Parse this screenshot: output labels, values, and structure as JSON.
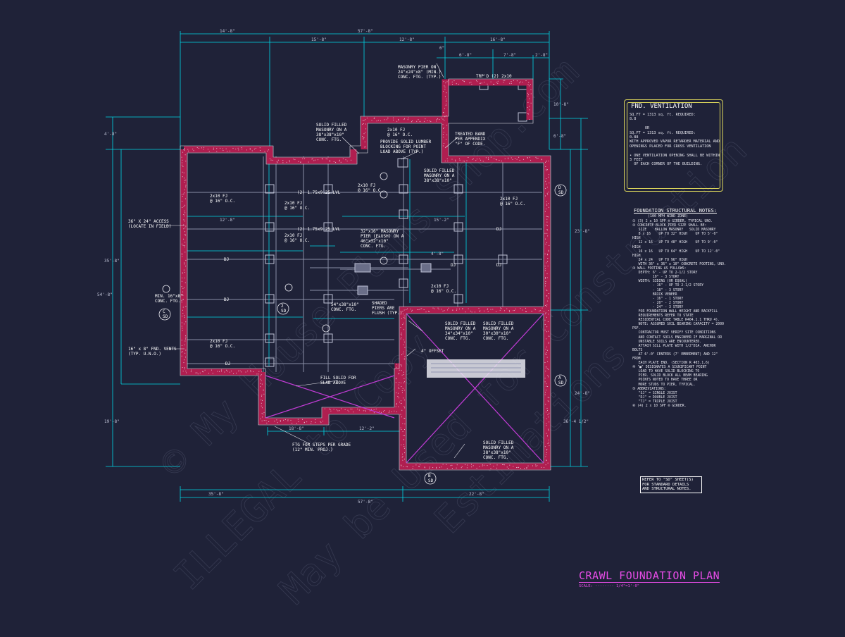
{
  "drawing": {
    "title": "CRAWL FOUNDATION PLAN",
    "scale": "SCALE: ········ 1/4\"=1'-0\"",
    "watermarks": [
      "© My House Plans Shop.com",
      "ILLEGAL to Copy",
      "May be Used for Construction",
      "Estimations"
    ],
    "colors": {
      "background": "#1f2238",
      "dimension": "#00d7e6",
      "wall": "#b01e50",
      "title": "#e64ce6",
      "note_box": "#d8d25a",
      "text": "#ffffff"
    }
  },
  "dimensions_top": [
    "14'-8\"",
    "15'-8\"",
    "12'-8\"",
    "16'-8\"",
    "57'-8\"",
    "6'-8\"",
    "7'-8\"",
    "2'-8\"",
    "6\""
  ],
  "dimensions_bottom": [
    "35'-8\"",
    "57'-8\"",
    "22'-8\"",
    "18'-8\"",
    "12'-2\""
  ],
  "dimensions_left": [
    "4'-8\"",
    "35'-8\"",
    "54'-8\"",
    "19'-8\""
  ],
  "dimensions_right": [
    "23'-8\"",
    "10'-8\"",
    "6'-8\"",
    "24'-8\"",
    "36'-4 1/2\"",
    "12'-8\"",
    "15'-2\"",
    "4'-8\""
  ],
  "plan_labels": {
    "pier_top": "MASONRY PIER ON\n24\"x24\"x8\" (MIN.)\nCONC. FTG. (TYP.)",
    "trpl": "TRP'D (2) 2x10",
    "solid_filled_left": "SOLID FILLED\nMASONRY ON A\n38\"x38\"x10\"\nCONC. FTG.",
    "provide_solid": "PROVIDE SOLID LUMBER\nBLOCKING FOR POINT\nLOAD ABOVE (TYP.)",
    "treated_band": "TREATED BAND\nPER APPENDIX\n\"F\" OF CODE.",
    "solid_filled_mid": "SOLID FILLED\nMASONRY ON A\n38\"x38\"x10\"",
    "access": "36\" X 24\" ACCESS\n(LOCATE IN FIELD)",
    "masonry_pier": "32\"x16\" MASONRY\nPIER (FLUSH) ON A\n46\"x32\"x10\"\nCONC. FTG.",
    "conc_ftg_left": "54\"x38\"x10\"\nCONC. FTG.",
    "shaded": "SHADED\nPIERS ARE\nFLUSH (TYP.)",
    "min_ftg": "MIN. 16\"x8\"\nCONC. FTG.",
    "fnd_vents": "16\" x 8\" FND. VENTS\n(TYP. U.N.O.)",
    "fill_solid": "FILL SOLID FOR\nSLAB ABOVE",
    "ftg_steps": "FTG FOR STEPS PER GRADE\n(12\" MIN. PROJ.)",
    "solid_filled_34": "SOLID FILLED\nMASONRY ON A\n34\"x34\"x10\"\nCONC. FTG.",
    "solid_filled_30": "SOLID FILLED\nMASONRY ON A\n30\"x30\"x10\"\nCONC. FTG.",
    "solid_filled_bottom": "SOLID FILLED\nMASONRY ON A\n38\"x38\"x10\"\nCONC. FTG.",
    "offset": "4\" OFFSET",
    "fj_1": "2x10 FJ\n@ 16\" O.C.",
    "fj_2": "2x10 FJ\n@ 16\" O.C.",
    "fj_3": "2x10 FJ\n@ 16\" O.C.",
    "fj_4": "2x10 FJ\n@ 16\" O.C.",
    "fj_5": "2x10 FJ\n@ 16\" O.C.",
    "fj_6": "2x10 FJ\n@ 16\" O.C.",
    "fj_7": "2x10 FJ\n@ 16\" O.C.",
    "fj_8": "2x10 FJ\n@ 16\" O.C.",
    "lvl_1": "(2) 1.75x9.25 LVL",
    "lvl_2": "(2) 1.75x9.25 LVL",
    "dj_1": "DJ",
    "dj_2": "DJ",
    "dj_3": "DJ",
    "dj_4": "DJ",
    "dj_5": "DJ",
    "dj_6": "DJ",
    "sec_c": "C\nSD",
    "sec_d": "D\nSD",
    "sec_a": "A\nSD",
    "sec_b": "B\nSD",
    "sec_2": "2\nSD"
  },
  "ventilation": {
    "title": "FND. VENTILATION",
    "body": "SQ.FT = 1313 sq. ft. REQUIRED:\n8.8\n\n       OR\nSQ.FT = 1313 sq. ft. REQUIRED:\n0.88\nWITH APPROVED VAPOR RETARDER MATERIAL AND\nOPENINGS PLACED FOR CROSS VENTILATION\n\n• ONE VENTILATION OPENING SHALL BE WITHIN 3 FEET\n  OF EACH CORNER OF THE BUILDING."
  },
  "structural_notes": {
    "title": "FOUNDATION STRUCTURAL NOTES:",
    "subtitle": "(100 MPH WIND ZONE)",
    "body": "① (3) 2 x 10 SPF ® GIRDER, TYPICAL UNO.\n② CONCRETE BLOCK PIER SIZE SHALL BE:\n   SIZE    HALLOW MASONRY   SOLID MASONRY\n   8 x 16    UP TO 32\" HIGH    UP TO 5'-0\" HIGH\n   12 x 16   UP TO 48\" HIGH    UP TO 9'-0\" HIGH\n   16 x 16   UP TO 64\" HIGH    UP TO 12'-0\" HIGH\n   24 x 24   UP TO 96\" HIGH\n   WITH 36\" x 36\" x 10\" CONCRETE FOOTING, UNO.\n③ WALL FOOTING AS FOLLOWS:\n   DEPTH: 6\" - UP TO 2-1/2 STORY\n          10\" - 3 STORY\n   WIDTH: SIDING (OR EQUAL)\n          - 16\" - UP TO 2-1/2 STORY\n          - 18\" - 3 STORY\n          BRICK VENEER\n          - 16\" - 1 STORY\n          - 20\" - 2 STORY\n          - 24\" - 3 STORY\n   FOR FOUNDATION WALL HEIGHT AND BACKFILL\n   REQUIREMENTS REFER TO STATE\n   RESIDENTIAL CODE TABLE R404.1.1 THRU 4).\n   NOTE: ASSUMED SOIL BEARING CAPACITY = 2000 PSF.\n   CONTRACTOR MUST VERIFY SITE CONDITIONS\n   AND CONTACT SOILS ENGINEER IF MARGINAL OR\n   UNSTABLE SOILS ARE ENCOUNTERED.\n   ATTACH SILL PLATE WITH 1/2\"DIA. ANCHOR BOLTS\n   AT 6'-0\" CENTERS (7' EMBEDMENT) AND 12\" FROM\n   EACH PLATE END. (SECTION R 403.1.6)\n④ \"■\" DESIGNATES A SIGNIFICANT POINT\n   LOAD TO HAVE SOLID BLOCKING TO\n   PIER. SOLID BLOCK ALL BEAM BEARING\n   POINTS NOTED TO HAVE THREE OR\n   MORE STUDS TO PIER, TYPICAL.\n⑤ ABBREVIATIONS:\n   \"SJ\" = SINGLE JOIST\n   \"DJ\" = DOUBLE JOIST\n   \"TJ\" = TRIPLE JOIST\n⑥ (4) 2 x 10 SPF ® GIRDER."
  },
  "refer_note": "REFER TO \"SD\" SHEET(S)\nFOR STANDARD DETAILS\nAND STRUCTURAL NOTES."
}
